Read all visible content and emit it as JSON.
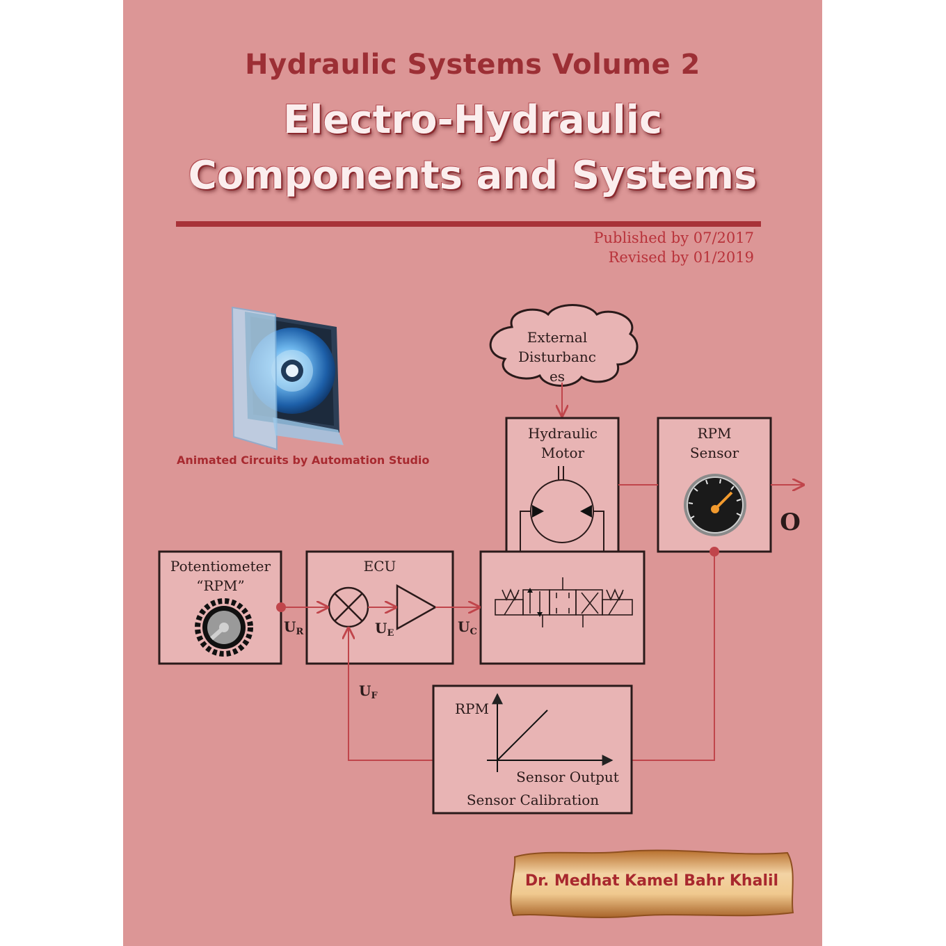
{
  "cover": {
    "series_title": "Hydraulic Systems Volume 2",
    "title_line1": "Electro-Hydraulic",
    "title_line2": "Components and Systems",
    "published": "Published by 07/2017",
    "revised": "Revised by 01/2019",
    "cd_caption": "Animated Circuits by Automation Studio",
    "author": "Dr. Medhat Kamel Bahr Khalil"
  },
  "diagram": {
    "disturbance": [
      "External",
      "Disturbanc",
      "es"
    ],
    "motor": [
      "Hydraulic",
      "Motor"
    ],
    "rpm_sensor": [
      "RPM",
      "Sensor"
    ],
    "output_label": "O",
    "potentiometer": [
      "Potentiometer",
      "“RPM”"
    ],
    "ecu": "ECU",
    "signals": {
      "ur": {
        "main": "U",
        "sub": "R"
      },
      "ue": {
        "main": "U",
        "sub": "E"
      },
      "uc": {
        "main": "U",
        "sub": "C"
      },
      "uf": {
        "main": "U",
        "sub": "F"
      }
    },
    "calibration": {
      "y_label": "RPM",
      "x_label": "Sensor Output",
      "title": "Sensor Calibration"
    }
  },
  "colors": {
    "background": "#dc9696",
    "box_fill": "#e8b4b4",
    "title_red": "#9c2f35",
    "signal_line": "#c0454b"
  }
}
